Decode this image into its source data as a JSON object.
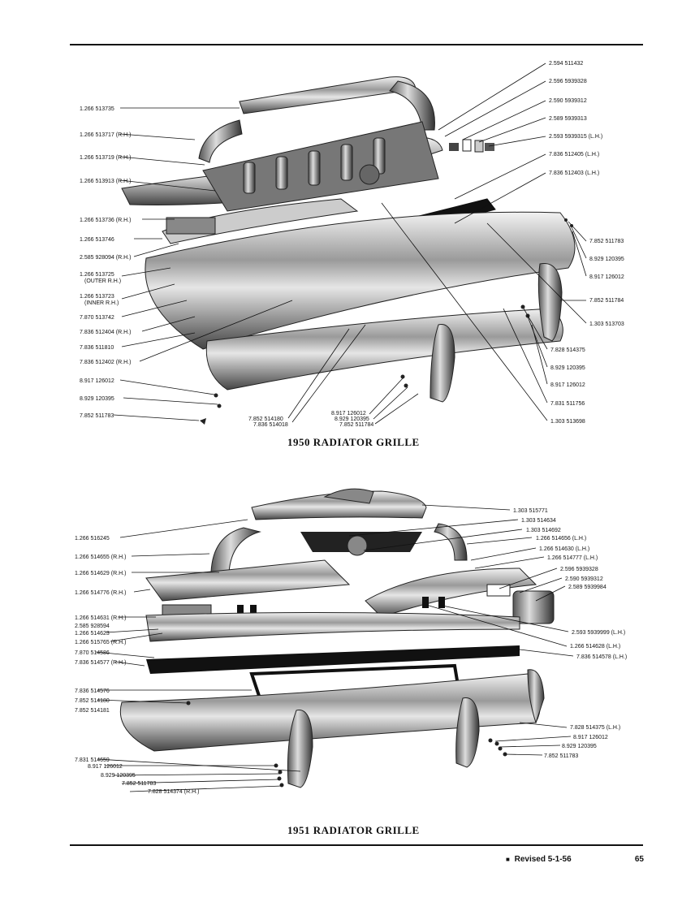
{
  "figure1": {
    "caption": "1950 RADIATOR GRILLE",
    "labels": [
      "2.594  511432",
      "2.596  5939328",
      "2.590  5939312",
      "2.589  5939313",
      "2.593  5939315 (L.H.)",
      "7.836  512405 (L.H.)",
      "7.836  512403 (L.H.)",
      "1.266  513735",
      "1.266  513717 (R.H.)",
      "1.266  513719 (R.H.)",
      "1.266  513913 (R.H.)",
      "1.266  513736 (R.H.)",
      "1.266  513746",
      "2.585  928094 (R.H.)",
      "1.266  513725",
      "(OUTER R.H.)",
      "1.266  513723",
      "(INNER R.H.)",
      "7.870  513742",
      "7.836  512404 (R.H.)",
      "7.836  511810",
      "7.836  512402 (R.H.)",
      "8.917  126012",
      "8.929  120395",
      "7.852  511783",
      "7.852  511783",
      "8.929  120395",
      "8.917  126012",
      "7.852  511784",
      "1.303  513703",
      "7.828  514375",
      "8.929  120395",
      "8.917  126012",
      "7.831  511756",
      "1.303  513698",
      "8.917  126012",
      "8.929  120395",
      "7.852  511784",
      "7.852  514180",
      "7.836  514018"
    ]
  },
  "figure2": {
    "caption": "1951 RADIATOR GRILLE",
    "labels": [
      "1.303  515771",
      "1.303  514634",
      "1.303  514692",
      "1.266  514656 (L.H.)",
      "1.266  514630 (L.H.)",
      "1.266  514777 (L.H.)",
      "2.596  5939328",
      "2.590  5939312",
      "2.589  5939984",
      "1.266  516245",
      "1.266  514655 (R.H.)",
      "1.266  514629 (R.H.)",
      "1.266  514776 (R.H.)",
      "1.266  514631 (R.H.)",
      "2.585  928594",
      "1.266  514623",
      "1.266  515765 (R.H.)",
      "7.870  514586",
      "7.836  514577 (R.H.)",
      "2.593  5939999 (L.H.)",
      "1.266  514628 (L.H.)",
      "7.836  514578 (L.H.)",
      "7.836  514576",
      "7.852  514180",
      "7.852  514181",
      "7.828  514375 (L.H.)",
      "8.917  126012",
      "8.929  120395",
      "7.852  511783",
      "7.831  514659",
      "8.917  126012",
      "8.929  120395",
      "7.852  511783",
      "7.828  514374 (R.H.)"
    ]
  },
  "footer": {
    "bullet": "■",
    "revised": "Revised 5-1-56",
    "page_number": "65"
  }
}
